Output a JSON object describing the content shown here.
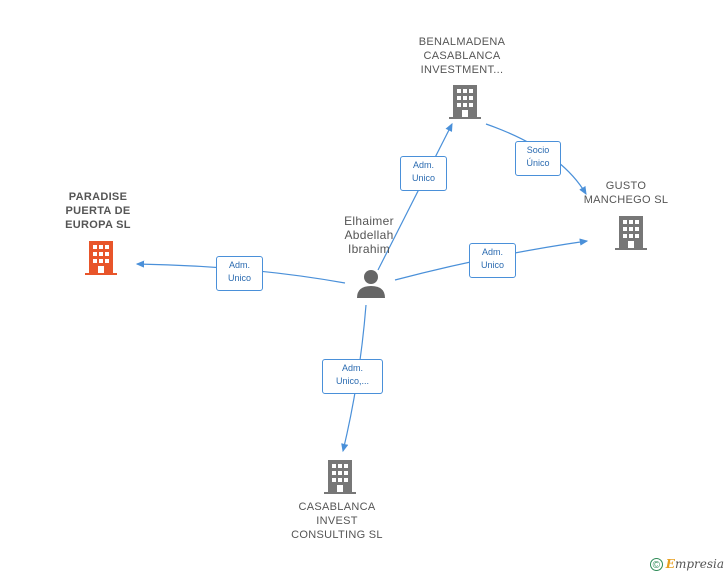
{
  "nodes": {
    "benalmadena": {
      "label": "BENALMADENA\nCASABLANCA\nINVESTMENT..."
    },
    "gusto": {
      "label": "GUSTO\nMANCHEGO SL"
    },
    "paradise": {
      "label": "PARADISE\nPUERTA DE\nEUROPA  SL"
    },
    "person": {
      "label": "Elhaimer\nAbdellah\nIbrahim"
    },
    "casablanca_invest": {
      "label": "CASABLANCA\nINVEST\nCONSULTING SL"
    }
  },
  "edges": {
    "to_benalmadena": "Adm.\nUnico",
    "benalmadena_to_gusto": "Socio\nÚnico",
    "to_gusto": "Adm.\nUnico",
    "to_paradise": "Adm.\nUnico",
    "to_casablanca": "Adm.\nUnico,..."
  },
  "colors": {
    "edge": "#4a90d9",
    "building": "#777777",
    "building_highlight": "#e8552a",
    "person": "#666666"
  },
  "footer": {
    "copyright": "©",
    "brand_first": "E",
    "brand_rest": "mpresia"
  }
}
